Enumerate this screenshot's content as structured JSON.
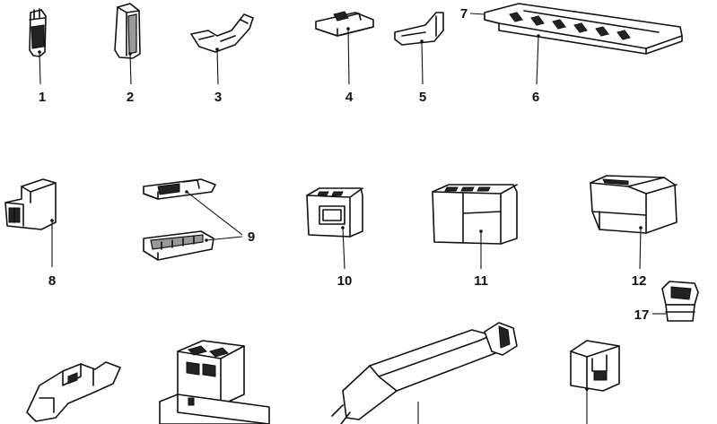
{
  "diagram": {
    "callouts": [
      "1",
      "2",
      "3",
      "4",
      "5",
      "6",
      "7",
      "8",
      "9",
      "10",
      "11",
      "12",
      "17"
    ]
  }
}
